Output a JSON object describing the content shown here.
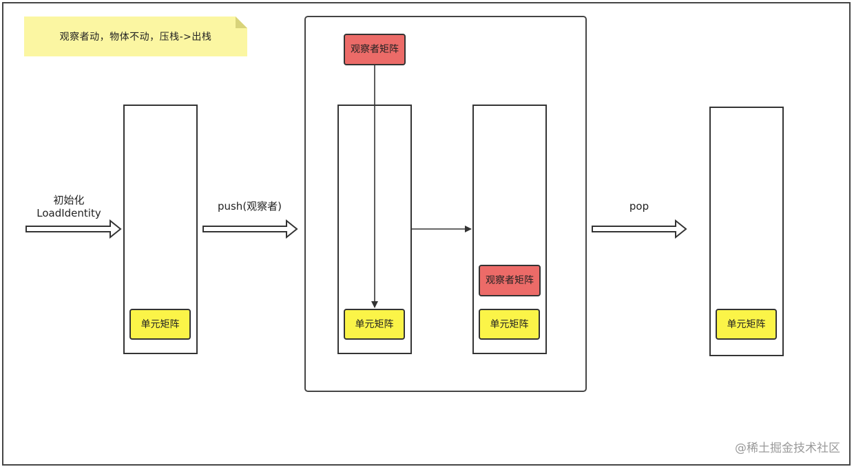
{
  "note": {
    "text": "观察者动，物体不动，压栈->出栈",
    "color": "#fbf6a2"
  },
  "labels": {
    "init_line1": "初始化",
    "init_line2": "LoadIdentity",
    "push": "push(观察者)",
    "pop": "pop"
  },
  "stack1": {
    "identity": "单元矩阵"
  },
  "stack2": {
    "identity": "单元矩阵"
  },
  "stack3": {
    "viewer": "观察者矩阵",
    "identity": "单元矩阵"
  },
  "stack4": {
    "identity": "单元矩阵"
  },
  "viewer_source": "观察者矩阵",
  "colors": {
    "identity": "#fbf448",
    "viewer": "#ec6b68",
    "border": "#333333"
  },
  "watermark": "@稀土掘金技术社区"
}
